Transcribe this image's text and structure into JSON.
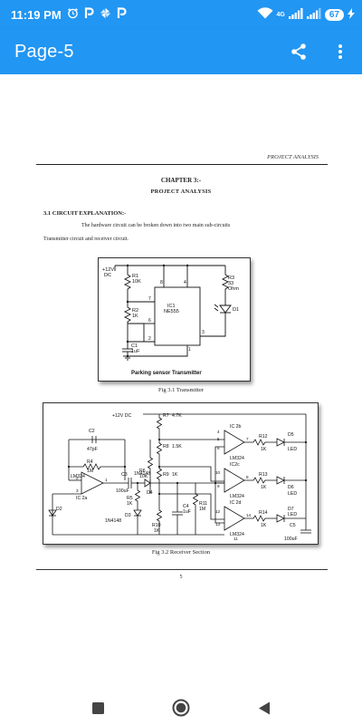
{
  "status_bar": {
    "time": "11:19 PM",
    "notif_icons": [
      "alarm-icon",
      "p-app-icon",
      "pinwheel-icon",
      "p-app-icon"
    ],
    "network_tag": "4G",
    "battery": "67"
  },
  "app_bar": {
    "title": "Page-5",
    "share_icon": "share-icon",
    "menu_icon": "more-vert-icon",
    "color": "#2196f3"
  },
  "document": {
    "header_right": "PROJECT ANALYSIS",
    "chapter": "CHAPTER 3:-",
    "project_title": "PROJECT ANALYSIS",
    "section_heading": "3.1 CIRCUIT EXPLANATION:-",
    "paragraph_line1": "The hardware circuit can be broken down into two main sub-circuits",
    "paragraph_line2": "Transmitter circuit and receiver circuit.",
    "figure1": {
      "caption": "Fig 3.1 Transmitter",
      "labels": {
        "supply": "+12V",
        "supply2": "DC",
        "r1": "R1",
        "r1v": "10K",
        "r2": "R2",
        "r2v": "1K",
        "r3": "R3",
        "r3v": "33",
        "r3u": "Ohm",
        "ic": "IC1",
        "icp": "NE555",
        "d1": "D1",
        "c1": "C1",
        "c1v": "1uF",
        "p8": "8",
        "p4": "4",
        "p7": "7",
        "p6": "6",
        "p2": "2",
        "p1": "1",
        "p3": "3",
        "title": "Parking sensor Transmitter"
      }
    },
    "figure2": {
      "caption": "Fig 3.2 Receiver Section",
      "labels": {
        "supply": "+12V DC",
        "r7": "R7",
        "r7v": "4.7K",
        "r8": "R8",
        "r8v": "1.5K",
        "r6": "R6",
        "r6v": "10K",
        "r9": "R9",
        "r9v": "1K",
        "r10": "R10",
        "r10v": "1K",
        "r11": "R11",
        "r11v": "1M",
        "c4": "C4",
        "c4v": "1uF",
        "r4": "R4",
        "r4v": "1M",
        "c2": "C2",
        "c2v": "47pF",
        "ic2a_a": "LM324",
        "ic2a_b": "IC 2a",
        "c3": "C3",
        "c3v": "100uF",
        "d3a": "1N4148",
        "d4": "D4",
        "r5": "R5",
        "r5v": "1K",
        "d3": "D3",
        "d3v": "1N4148",
        "d2": "D2",
        "ic2b": "IC 2b",
        "ic2b_p": "LM324",
        "ic2c": "IC2c",
        "ic2c_p": "LM324",
        "ic2d": "IC 2d",
        "ic2d_p": "LM324",
        "r12": "R12",
        "r12v": "1K",
        "r13": "R13",
        "r13v": "1K",
        "r14": "R14",
        "r14v": "1K",
        "d5": "D5",
        "d5v": "LED",
        "d6": "D6",
        "d6v": "LED",
        "d7": "D7",
        "d7v": "LED",
        "c5": "C5",
        "c5v": "100uF",
        "p4": "4",
        "p5": "5",
        "p6": "6",
        "p7": "7",
        "p10": "10",
        "p9": "9",
        "p8": "8",
        "p12": "12",
        "p13": "13",
        "p14": "14",
        "p11": "11",
        "pa1": "1",
        "pa2": "2",
        "pa3": "3"
      }
    },
    "page_number": "5"
  },
  "nav_bar": {
    "recents_icon": "recents-square-icon",
    "home_icon": "home-circle-icon",
    "back_icon": "back-triangle-icon"
  }
}
